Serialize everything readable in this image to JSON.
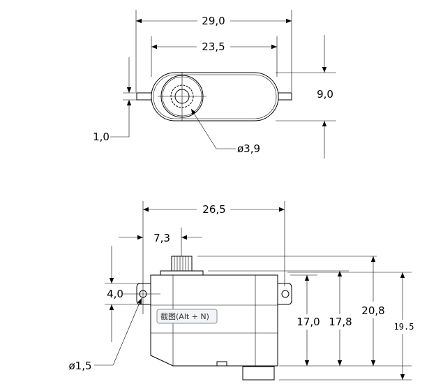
{
  "top_view": {
    "overall_width": "29,0",
    "body_width": "23,5",
    "body_height": "9,0",
    "tab_thickness": "1,0",
    "shaft_diameter": "ø3,9"
  },
  "side_view": {
    "mount_width": "26,5",
    "shaft_offset": "7,3",
    "ear_height": "4,0",
    "hole_diameter": "ø1,5",
    "height_ear": "17,0",
    "height_body": "17,8",
    "height_total": "20,8",
    "height_alt": "19.5"
  },
  "tooltip": {
    "label": "截图(Alt + N)"
  }
}
